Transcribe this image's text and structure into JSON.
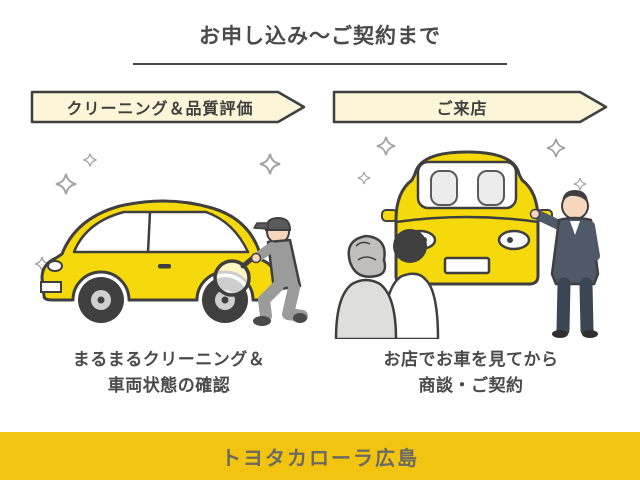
{
  "page": {
    "title": "お申し込み〜ご契約まで"
  },
  "panels": {
    "left": {
      "badge": "クリーニング＆品質評価",
      "caption_line1": "まるまるクリーニング＆",
      "caption_line2": "車両状態の確認",
      "illustration": "mechanic-inspecting-yellow-car"
    },
    "right": {
      "badge": "ご来店",
      "caption_line1": "お店でお車を見てから",
      "caption_line2": "商談・ご契約",
      "illustration": "salesman-showing-yellow-car-to-customers"
    }
  },
  "footer": {
    "brand": "トヨタカローラ広島"
  },
  "colors": {
    "accent_yellow": "#f2c30f",
    "car_yellow": "#f6d90a",
    "badge_fill": "#fdf5d7",
    "outline": "#3f3f3f",
    "text": "#4a4a4a"
  }
}
